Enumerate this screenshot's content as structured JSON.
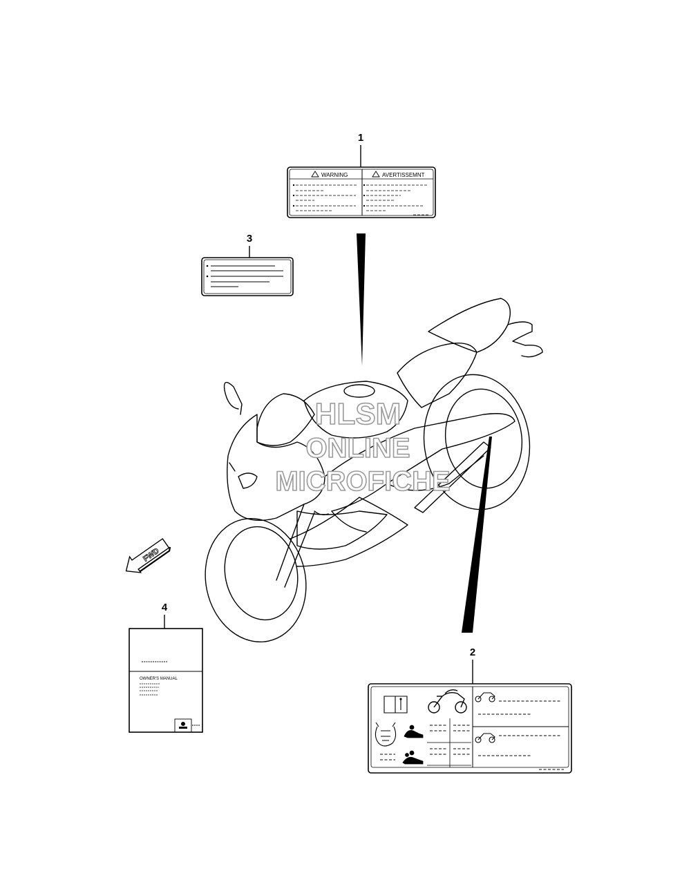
{
  "callouts": [
    "1",
    "2",
    "3",
    "4"
  ],
  "label1": {
    "left_heading": "WARNING",
    "right_heading": "AVERTISSEMNT"
  },
  "label4": {
    "title": "OWNER'S MANUAL"
  },
  "fwd": "FWD",
  "watermark": {
    "line1": "HLSM",
    "line2": "ONLINE",
    "line3": "MICROFICHE"
  },
  "colors": {
    "line": "#000000",
    "watermark_outline": "#9a9a9a",
    "background": "#ffffff"
  }
}
